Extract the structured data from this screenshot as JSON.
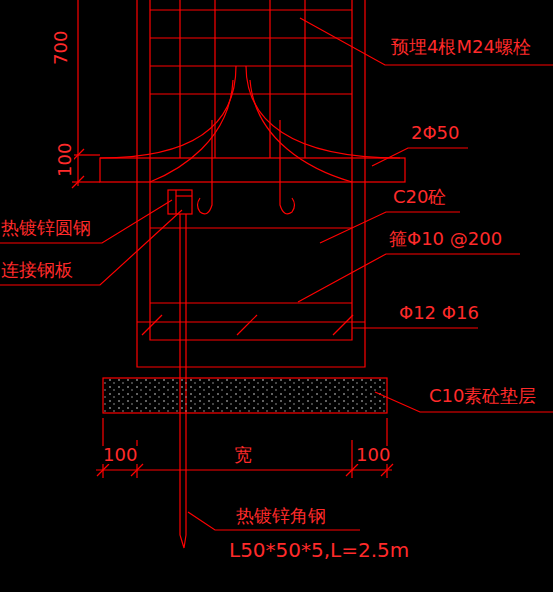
{
  "diagram": {
    "labels": [
      "700",
      "100",
      "预埋4根M24螺栓",
      "2Φ50",
      "C20砼",
      "热镀锌圆钢",
      "箍Φ10 @200",
      "连接钢板",
      "Φ12 Φ16",
      "C10素砼垫层",
      "100",
      "宽",
      "100",
      "热镀锌角钢",
      "L50*50*5,L=2.5m"
    ]
  }
}
